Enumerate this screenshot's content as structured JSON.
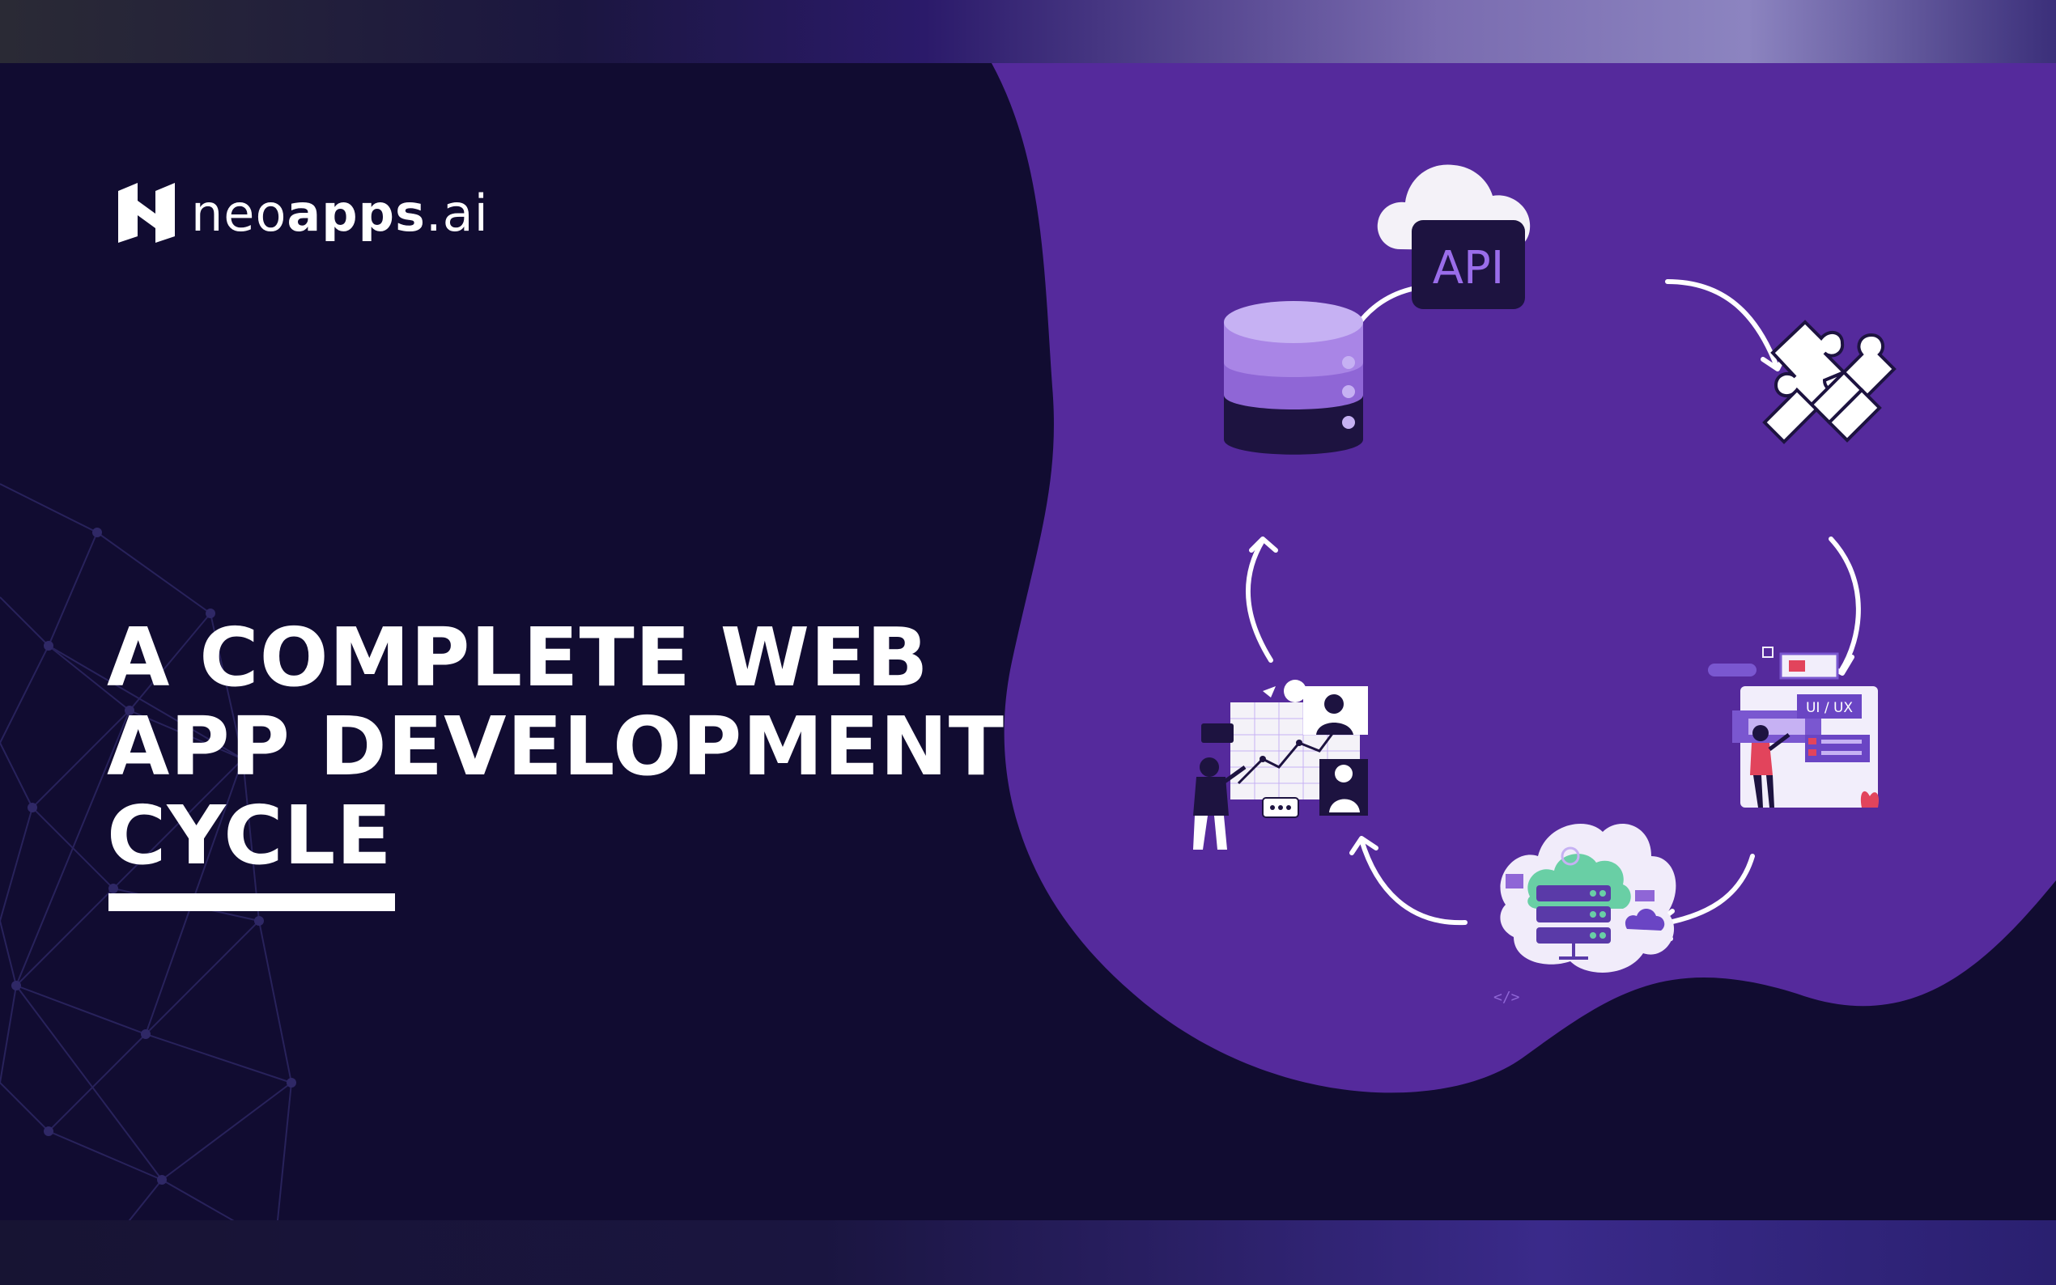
{
  "brand": {
    "name_light": "neo",
    "name_bold": "apps",
    "name_suffix": ".ai"
  },
  "headline": {
    "line1": "A COMPLETE WEB",
    "line2": "APP DEVELOPMENT",
    "line3": "CYCLE"
  },
  "cycle": {
    "api_label": "API",
    "uiux_label": "UI / UX",
    "code_glyph": "</>"
  },
  "colors": {
    "background": "#110c31",
    "blob": "#552a9c",
    "accent_light": "#c6b1f3",
    "accent_mid": "#8f66d6",
    "server_green": "#69cfa5",
    "uiux_red": "#e2445c"
  },
  "icons": [
    "cloud-api-icon",
    "puzzle-icon",
    "uiux-design-illustration",
    "cloud-server-illustration",
    "analytics-team-illustration",
    "database-icon",
    "cycle-arrow-icon"
  ]
}
